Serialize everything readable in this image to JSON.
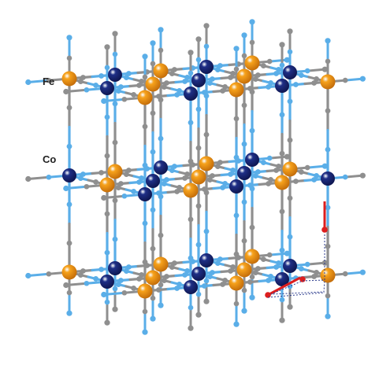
{
  "labels": {
    "fe": "Fe",
    "co": "Co"
  },
  "colors": {
    "fe": "#f7a21b",
    "fe_dark": "#c46d0a",
    "co": "#1f2f86",
    "co_dark": "#0e1650",
    "carbon": "#8f8f8f",
    "nitrogen": "#5aaee8",
    "oxygen": "#dd1e1e",
    "cell_edge": "#2a3a8c"
  },
  "lattice": {
    "layers": 3,
    "rows_per_layer": 3,
    "cols_per_row": 5,
    "metal_order": [
      "fe",
      "co"
    ]
  }
}
